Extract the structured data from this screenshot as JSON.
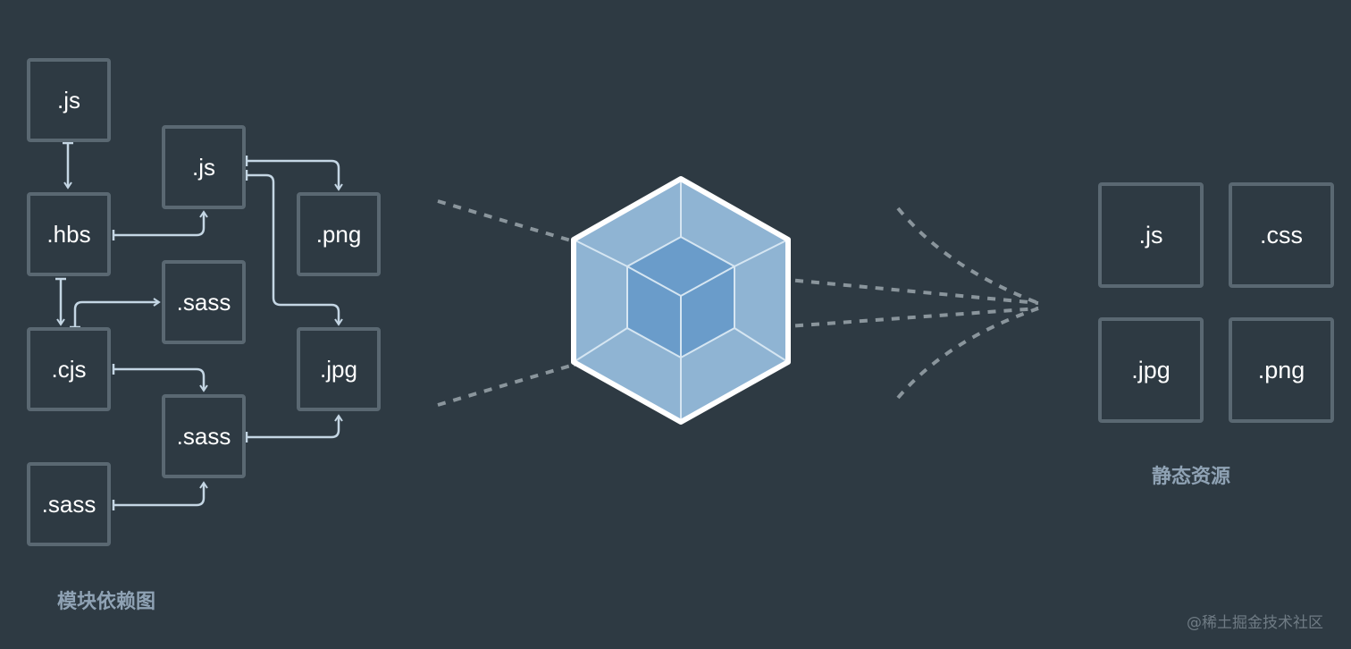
{
  "dependency_graph": {
    "caption": "模块依赖图",
    "nodes": [
      {
        "id": "js1",
        "label": ".js"
      },
      {
        "id": "js2",
        "label": ".js"
      },
      {
        "id": "hbs",
        "label": ".hbs"
      },
      {
        "id": "png",
        "label": ".png"
      },
      {
        "id": "sass1",
        "label": ".sass"
      },
      {
        "id": "cjs",
        "label": ".cjs"
      },
      {
        "id": "jpg",
        "label": ".jpg"
      },
      {
        "id": "sass2",
        "label": ".sass"
      },
      {
        "id": "sass3",
        "label": ".sass"
      }
    ],
    "edges": [
      {
        "from": "js1",
        "to": "hbs"
      },
      {
        "from": "hbs",
        "to": "js2"
      },
      {
        "from": "js2",
        "to": "png"
      },
      {
        "from": "js2",
        "to": "jpg"
      },
      {
        "from": "hbs",
        "to": "cjs"
      },
      {
        "from": "cjs",
        "to": "sass1"
      },
      {
        "from": "cjs",
        "to": "sass2"
      },
      {
        "from": "sass2",
        "to": "jpg"
      },
      {
        "from": "sass3",
        "to": "sass2"
      }
    ]
  },
  "bundler_logo": {
    "icon": "webpack-cube-icon"
  },
  "output": {
    "caption": "静态资源",
    "files": [
      ".js",
      ".css",
      ".jpg",
      ".png"
    ]
  },
  "watermark": "@稀土掘金技术社区",
  "colors": {
    "background": "#2e3a43",
    "box_border": "#5a6872",
    "arrow": "#c4d6e4",
    "dotted": "#8a959c",
    "cube_outer": "#8fb4d3",
    "cube_inner": "#6a9cca",
    "caption": "#8fa2b4"
  }
}
